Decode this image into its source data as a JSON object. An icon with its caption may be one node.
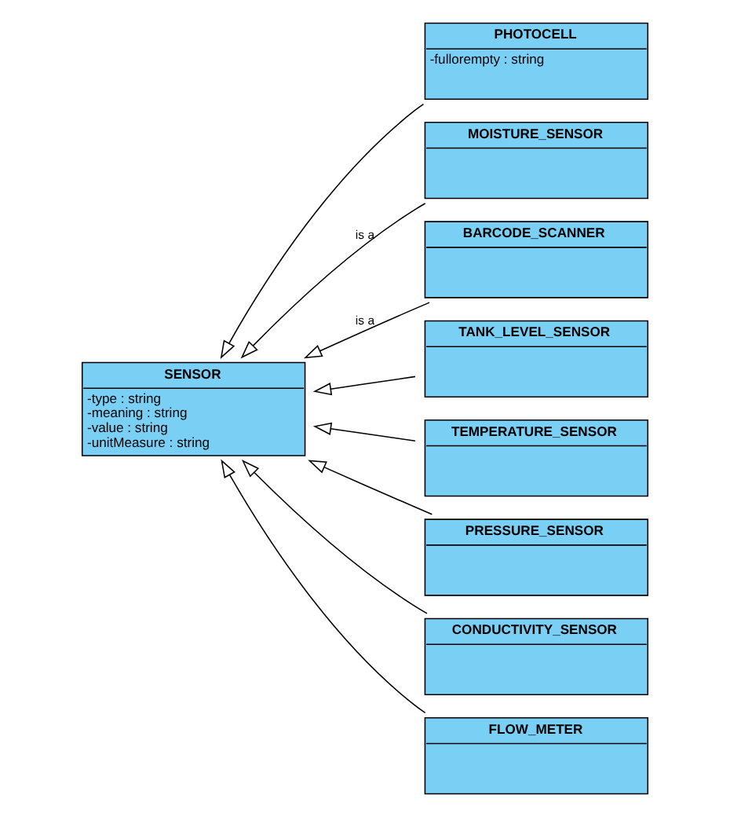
{
  "diagram": {
    "nodes": [
      {
        "text": [
          "SENSOR",
          "-type : string",
          "-meaning : string",
          "-value : string",
          "-unitMeasure : string"
        ]
      },
      {
        "text": [
          "PHOTOCELL",
          "-fullorempty : string"
        ]
      },
      {
        "text": [
          "MOISTURE_SENSOR"
        ]
      },
      {
        "text": [
          "BARCODE_SCANNER"
        ]
      },
      {
        "text": [
          "TANK_LEVEL_SENSOR"
        ]
      },
      {
        "text": [
          "TEMPERATURE_SENSOR"
        ]
      },
      {
        "text": [
          "PRESSURE_SENSOR"
        ]
      },
      {
        "text": [
          "CONDUCTIVITY_SENSOR"
        ]
      },
      {
        "text": [
          "FLOW_METER"
        ]
      }
    ],
    "edges": [
      {
        "from": 1,
        "to": 0,
        "arrow": "to"
      },
      {
        "from": 2,
        "to": 0,
        "arrow": "to",
        "label": "is a"
      },
      {
        "from": 3,
        "to": 0,
        "arrow": "to",
        "label": "is a"
      },
      {
        "from": 4,
        "to": 0,
        "arrow": "to"
      },
      {
        "from": 5,
        "to": 0,
        "arrow": "to"
      },
      {
        "from": 6,
        "to": 0,
        "arrow": "to"
      },
      {
        "from": 7,
        "to": 0,
        "arrow": "to"
      },
      {
        "from": 8,
        "to": 0,
        "arrow": "to"
      }
    ]
  }
}
